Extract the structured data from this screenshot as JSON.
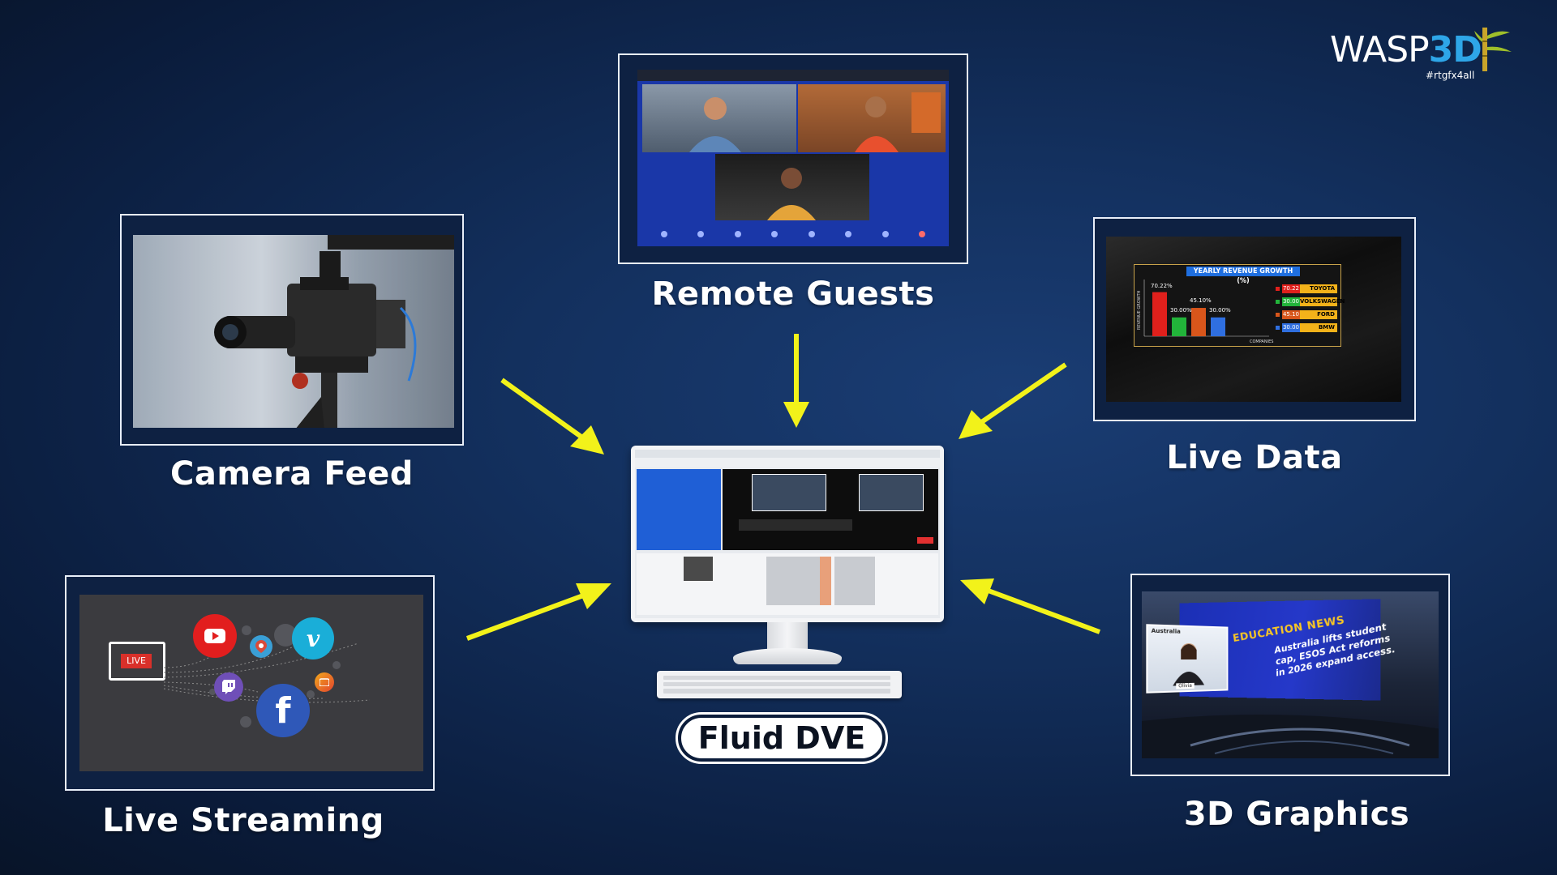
{
  "logo": {
    "main": "WASP",
    "accent": "3D",
    "tagline": "#rtgfx4all"
  },
  "labels": {
    "remote_guests": "Remote Guests",
    "camera_feed": "Camera Feed",
    "live_data": "Live Data",
    "live_streaming": "Live Streaming",
    "graphics_3d": "3D Graphics",
    "center": "Fluid DVE"
  },
  "live_streaming": {
    "live_badge": "LIVE"
  },
  "graphics_3d": {
    "headline": "EDUCATION NEWS",
    "ticker_text": "Australia lifts student cap, ESOS Act reforms in 2026 expand access.",
    "anchor_location": "Australia",
    "anchor_name": "Olivia"
  },
  "chart_data": {
    "type": "bar",
    "title": "YEARLY REVENUE GROWTH (%)",
    "xlabel": "COMPANIES",
    "ylabel": "REVENUE GROWTH",
    "categories": [
      "TOYOTA",
      "VOLKSWAGEN",
      "FORD",
      "BMW"
    ],
    "values": [
      70.22,
      30.0,
      45.1,
      30.0
    ],
    "bar_labels": [
      "70.22%",
      "30.00%",
      "45.10%",
      "30.00%"
    ],
    "legend_values": [
      "70.22",
      "30.00",
      "45.10",
      "30.00"
    ],
    "colors": [
      "#e0201c",
      "#22b43a",
      "#d8561b",
      "#2f6fe0"
    ],
    "ylim": [
      0,
      80
    ]
  },
  "colors": {
    "arrow": "#f2f21a",
    "background": "#13305e",
    "accent_blue": "#2ea6e8"
  }
}
